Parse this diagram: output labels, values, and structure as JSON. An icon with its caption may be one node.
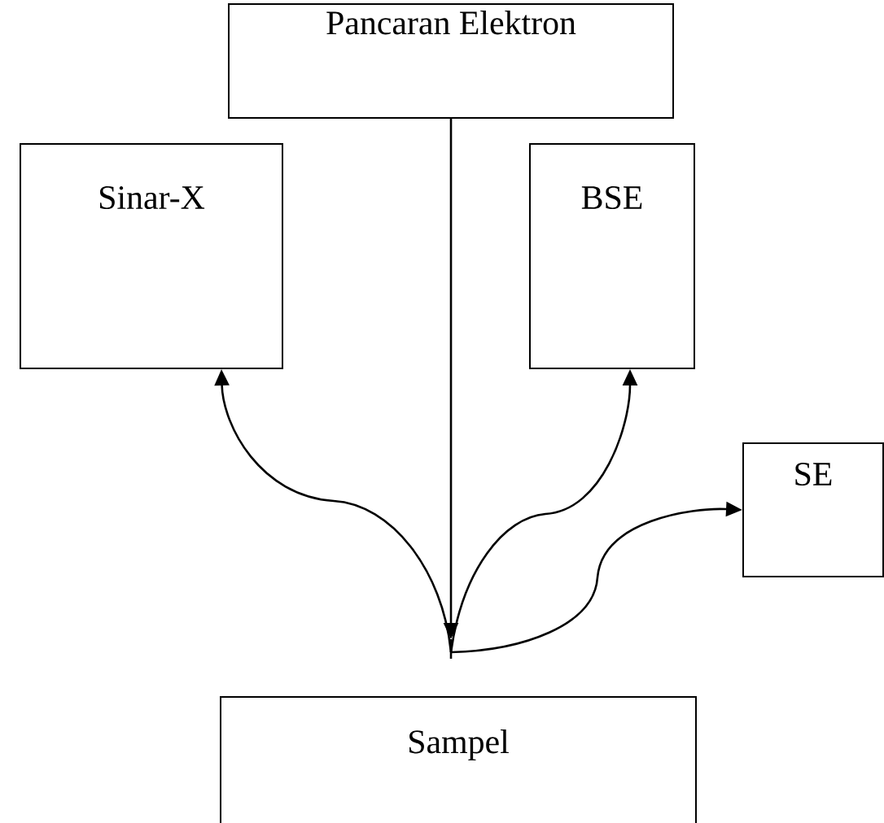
{
  "diagram": {
    "nodes": [
      {
        "text": [
          "Pancaran Elektron"
        ]
      },
      {
        "text": [
          "Sinar-X"
        ]
      },
      {
        "text": [
          "BSE"
        ]
      },
      {
        "text": [
          "SE"
        ]
      },
      {
        "text": [
          "Sampel"
        ]
      }
    ],
    "edges": [
      {
        "from": 0,
        "to": null,
        "arrow": "to"
      },
      {
        "from": null,
        "to": 1,
        "arrow": "to"
      },
      {
        "from": null,
        "to": 2,
        "arrow": "to"
      },
      {
        "from": null,
        "to": 3,
        "arrow": "to"
      }
    ]
  }
}
